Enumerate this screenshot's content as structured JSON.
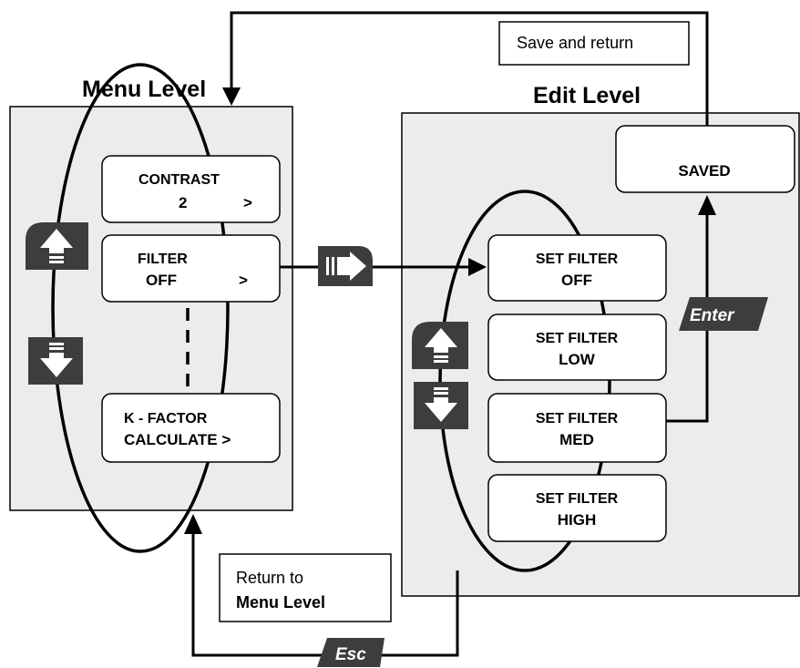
{
  "menu_level": {
    "title": "Menu Level",
    "items": [
      {
        "line1": "CONTRAST",
        "line2": "2",
        "arrow": ">"
      },
      {
        "line1": "FILTER",
        "line2": "OFF",
        "arrow": ">"
      },
      {
        "line1": "K - FACTOR",
        "line2": "CALCULATE >"
      }
    ]
  },
  "edit_level": {
    "title": "Edit Level",
    "items": [
      {
        "line1": "SET FILTER",
        "line2": "OFF"
      },
      {
        "line1": "SET FILTER",
        "line2": "LOW"
      },
      {
        "line1": "SET FILTER",
        "line2": "MED"
      },
      {
        "line1": "SET FILTER",
        "line2": "HIGH"
      }
    ],
    "saved": "SAVED"
  },
  "labels": {
    "save_and_return": "Save and return",
    "return_to_line1": "Return to",
    "return_to_line2": "Menu Level"
  },
  "keys": {
    "enter": "Enter",
    "esc": "Esc",
    "up": "up-arrow-key-icon",
    "down": "down-arrow-key-icon",
    "right": "right-arrow-key-icon"
  }
}
